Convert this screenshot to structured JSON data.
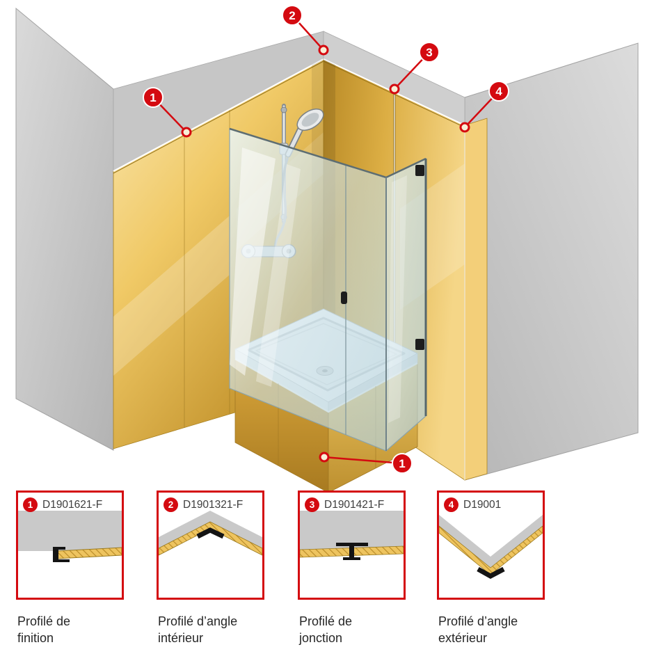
{
  "colors": {
    "accent": "#d40a10",
    "panel_gold": "#eec45f",
    "wall_gray": "#c7c7c7",
    "glass_tint": "#cfe4eb"
  },
  "scene": {
    "markers": [
      {
        "label": "1"
      },
      {
        "label": "2"
      },
      {
        "label": "3"
      },
      {
        "label": "4"
      },
      {
        "label": "1"
      }
    ]
  },
  "boxes": [
    {
      "num": "1",
      "code": "D1901621-F",
      "caption_line1": "Profilé de",
      "caption_line2": "finition"
    },
    {
      "num": "2",
      "code": "D1901321-F",
      "caption_line1": "Profilé d’angle",
      "caption_line2": "intérieur"
    },
    {
      "num": "3",
      "code": "D1901421-F",
      "caption_line1": "Profilé de",
      "caption_line2": "jonction"
    },
    {
      "num": "4",
      "code": "D19001",
      "caption_line1": "Profilé d’angle",
      "caption_line2": "extérieur"
    }
  ]
}
